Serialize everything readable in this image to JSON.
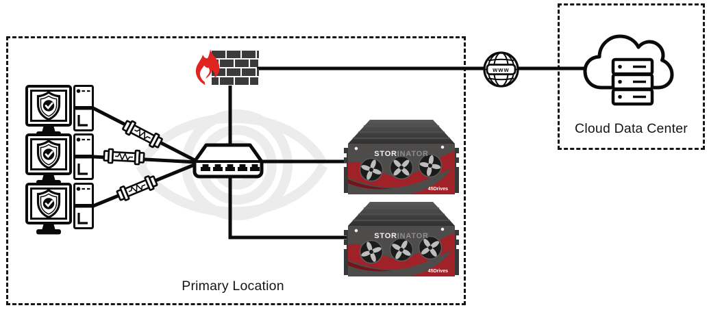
{
  "labels": {
    "primary_location": "Primary Location",
    "cloud_data_center": "Cloud Data Center"
  },
  "internet": {
    "globe_label": "www"
  },
  "servers": [
    {
      "brand_primary": "STOR",
      "brand_secondary": "INATOR",
      "badge": "45Drives"
    },
    {
      "brand_primary": "STOR",
      "brand_secondary": "INATOR",
      "badge": "45Drives"
    }
  ],
  "workstations": {
    "count": 3
  },
  "colors": {
    "flame_red": "#e0241f",
    "server_band_red": "#a02127",
    "brick_gray": "#3b3b3b",
    "line_black": "#0b0b0b",
    "watermark_gray": "#ececec"
  }
}
